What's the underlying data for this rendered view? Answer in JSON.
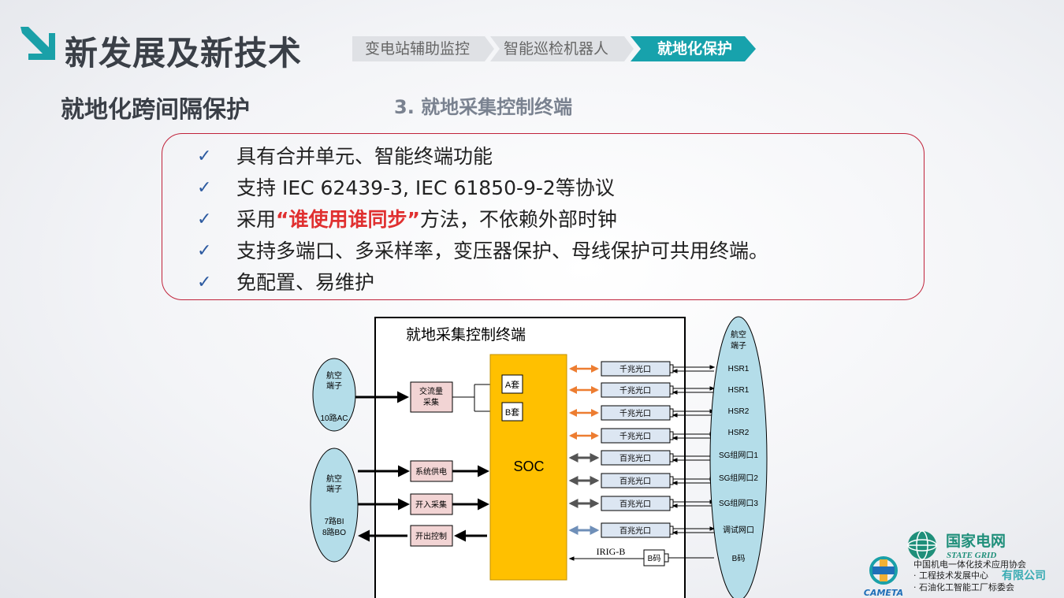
{
  "header": {
    "title": "新发展及新技术",
    "tabs": [
      {
        "label": "变电站辅助监控",
        "active": false
      },
      {
        "label": "智能巡检机器人",
        "active": false
      },
      {
        "label": "就地化保护",
        "active": true
      }
    ]
  },
  "subtitle": "就地化跨间隔保护",
  "section_title": "3.  就地采集控制终端",
  "features": [
    {
      "parts": [
        {
          "text": "具有合并单元、智能终端功能",
          "highlight": false
        }
      ]
    },
    {
      "parts": [
        {
          "text": "支持 IEC 62439-3, IEC 61850-9-2等协议",
          "highlight": false
        }
      ]
    },
    {
      "parts": [
        {
          "text": "采用",
          "highlight": false
        },
        {
          "text": "“谁使用谁同步”",
          "highlight": true
        },
        {
          "text": "方法，不依赖外部时钟",
          "highlight": false
        }
      ]
    },
    {
      "parts": [
        {
          "text": "支持多端口、多采样率，变压器保护、母线保护可共用终端。",
          "highlight": false
        }
      ]
    },
    {
      "parts": [
        {
          "text": "免配置、易维护",
          "highlight": false
        }
      ]
    }
  ],
  "diagram": {
    "title": "就地采集控制终端",
    "left_connectors": [
      {
        "top": "航空",
        "mid": "端子",
        "bottom": "10路AC"
      },
      {
        "top": "航空",
        "mid": "端子",
        "bottom1": "7路BI",
        "bottom2": "8路BO"
      }
    ],
    "ac_block": {
      "line1": "交流量",
      "line2": "采集"
    },
    "sets": [
      "A套",
      "B套"
    ],
    "io_blocks": [
      "系统供电",
      "开入采集",
      "开出控制"
    ],
    "soc_label": "SOC",
    "ports": [
      "千兆光口",
      "千兆光口",
      "千兆光口",
      "千兆光口",
      "百兆光口",
      "百兆光口",
      "百兆光口",
      "百兆光口"
    ],
    "right_connector": {
      "head1": "航空",
      "head2": "端子",
      "labels": [
        "HSR1",
        "HSR1",
        "HSR2",
        "HSR2",
        "SG组网口1",
        "SG组网口2",
        "SG组网口3",
        "调试网口",
        "B码"
      ]
    },
    "irig_label": "IRIG-B",
    "bcode_label": "B码",
    "colors": {
      "soc": "#ffc000",
      "soc_border": "#c09000",
      "orange_arrow": "#ed7d31",
      "gray_arrow": "#555555",
      "blue_arrow": "#6f8fb8",
      "port_fill": "#dce6f2",
      "ellipse_fill": "#b4dde9",
      "pink_fill": "#f2d4d4"
    }
  },
  "footer": {
    "state_grid_cn": "国家电网",
    "state_grid_en": "STATE GRID",
    "company_overlay": "有限公司",
    "cameta_label": "CAMETA",
    "assoc_lines": [
      "中国机电一体化技术应用协会",
      "· 工程技术发展中心",
      "· 石油化工智能工厂标委会"
    ]
  },
  "theme": {
    "title_color": "#3a3f47",
    "accent_teal": "#1aa0a8",
    "box_border": "#c0223a",
    "highlight": "#e03030",
    "check_color": "#2c5aa0"
  }
}
